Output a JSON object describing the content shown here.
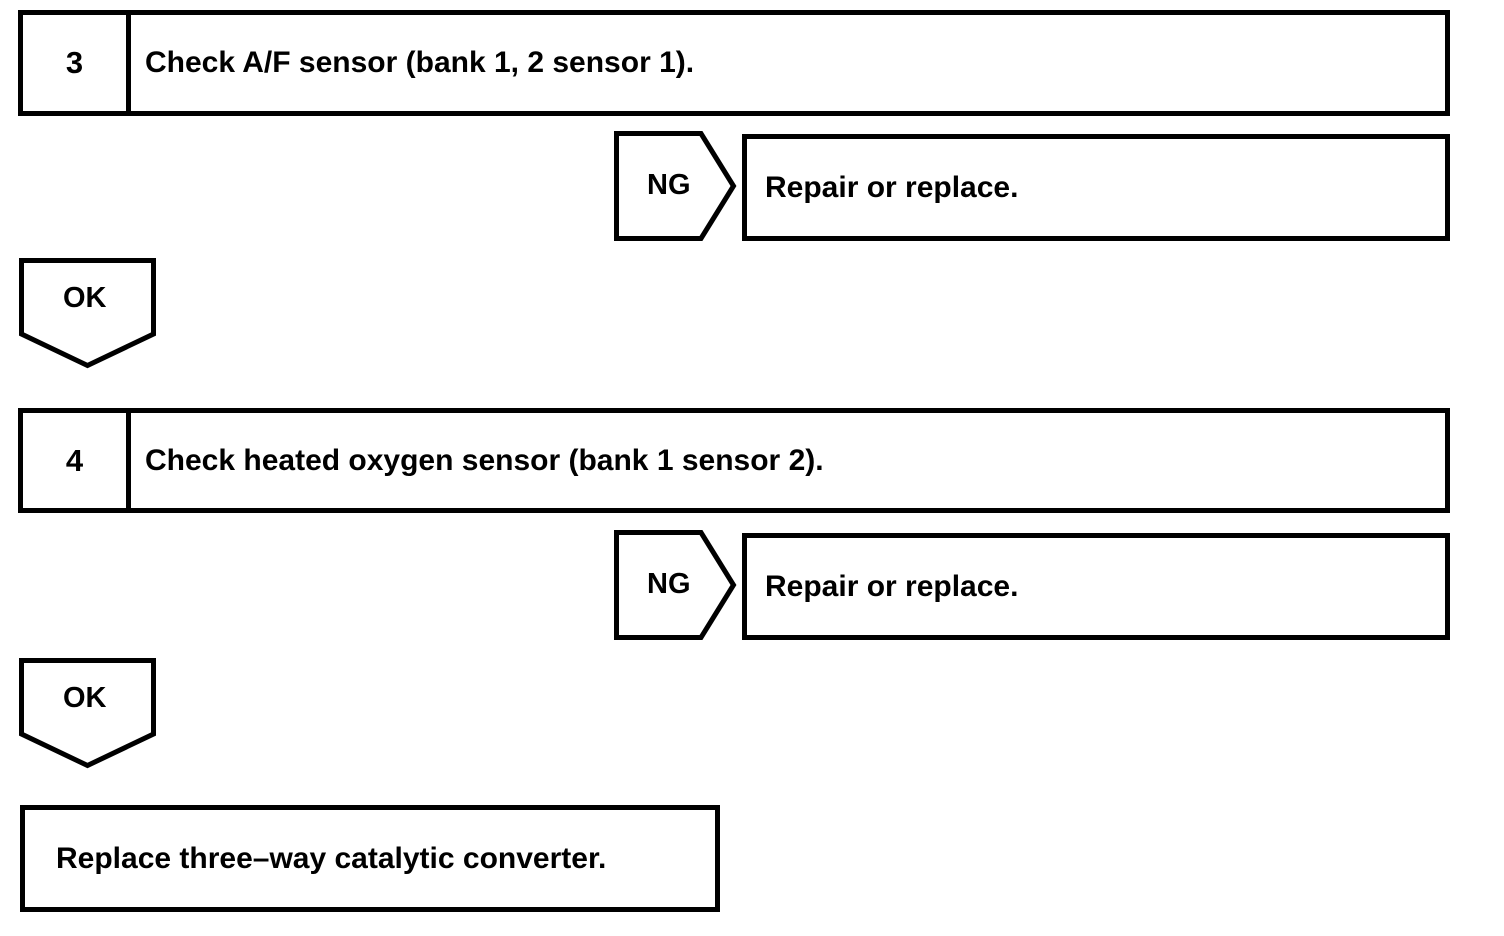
{
  "diagram": {
    "type": "troubleshooting-flowchart",
    "line_color": "#000000",
    "background_color": "#ffffff",
    "text_color": "#000000",
    "steps": [
      {
        "number": "3",
        "instruction": "Check A/F sensor (bank 1, 2 sensor 1).",
        "ng_label": "NG",
        "ng_result": "Repair or replace.",
        "ok_label": "OK"
      },
      {
        "number": "4",
        "instruction": "Check heated oxygen sensor (bank 1 sensor 2).",
        "ng_label": "NG",
        "ng_result": "Repair or replace.",
        "ok_label": "OK"
      }
    ],
    "final_action": "Replace three–way catalytic converter."
  }
}
